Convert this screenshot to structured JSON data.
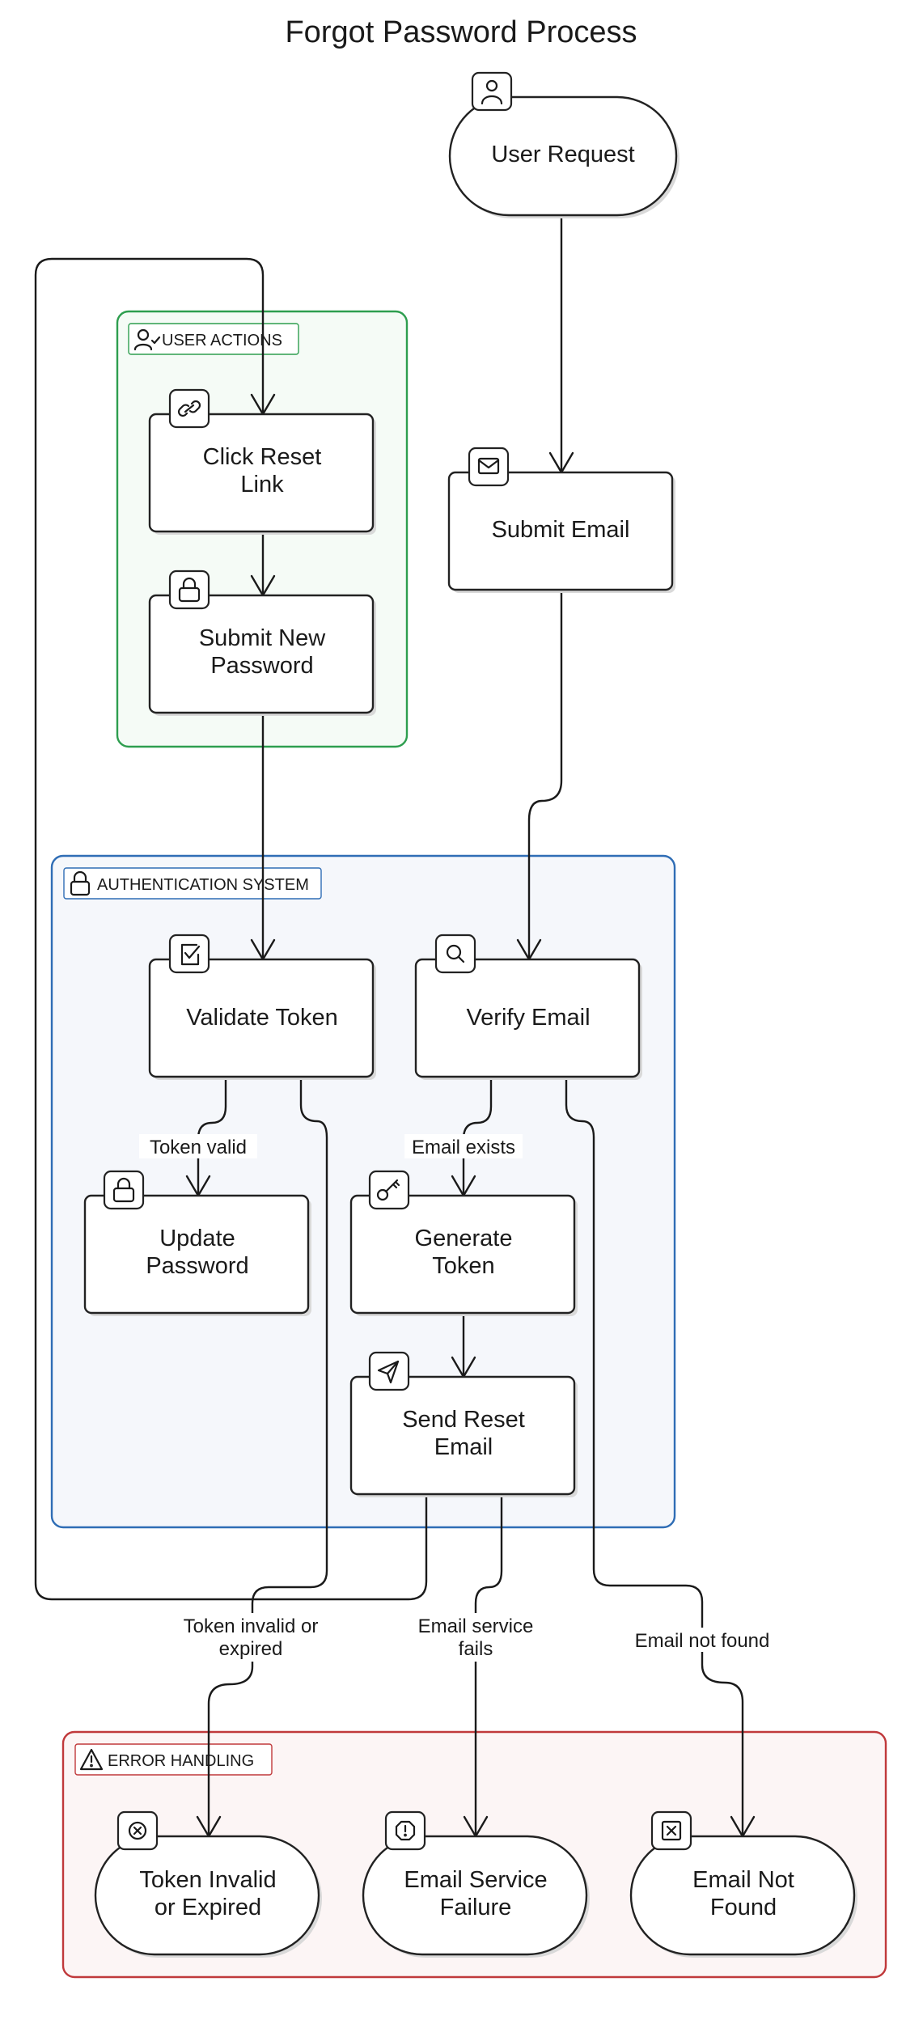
{
  "title": "Forgot Password Process",
  "groups": {
    "user_actions": {
      "label": "USER ACTIONS",
      "stroke": "#2e9e4f",
      "fill": "#f5fbf6"
    },
    "auth_system": {
      "label": "AUTHENTICATION SYSTEM",
      "stroke": "#2f6db5",
      "fill": "#f5f7fb"
    },
    "error_handling": {
      "label": "ERROR HANDLING",
      "stroke": "#c0393b",
      "fill": "#fcf5f5"
    }
  },
  "nodes": {
    "user_request": {
      "lines": [
        "User Request"
      ],
      "icon": "user-icon"
    },
    "submit_email": {
      "lines": [
        "Submit Email"
      ],
      "icon": "mail-icon"
    },
    "click_reset_link": {
      "lines": [
        "Click Reset",
        "Link"
      ],
      "icon": "link-icon"
    },
    "submit_new_password": {
      "lines": [
        "Submit New",
        "Password"
      ],
      "icon": "lock-icon"
    },
    "validate_token": {
      "lines": [
        "Validate Token"
      ],
      "icon": "check-square-icon"
    },
    "verify_email": {
      "lines": [
        "Verify Email"
      ],
      "icon": "search-icon"
    },
    "update_password": {
      "lines": [
        "Update",
        "Password"
      ],
      "icon": "lock-icon"
    },
    "generate_token": {
      "lines": [
        "Generate",
        "Token"
      ],
      "icon": "key-icon"
    },
    "send_reset_email": {
      "lines": [
        "Send Reset",
        "Email"
      ],
      "icon": "send-icon"
    },
    "token_invalid": {
      "lines": [
        "Token Invalid",
        "or Expired"
      ],
      "icon": "x-circle-icon"
    },
    "email_service_failure": {
      "lines": [
        "Email Service",
        "Failure"
      ],
      "icon": "alert-octagon-icon"
    },
    "email_not_found": {
      "lines": [
        "Email Not",
        "Found"
      ],
      "icon": "x-square-icon"
    }
  },
  "edge_labels": {
    "token_valid": [
      "Token valid"
    ],
    "email_exists": [
      "Email exists"
    ],
    "token_invalid_or_expired": [
      "Token invalid or",
      "expired"
    ],
    "email_service_fails": [
      "Email service",
      "fails"
    ],
    "email_not_found": [
      "Email not found"
    ]
  }
}
